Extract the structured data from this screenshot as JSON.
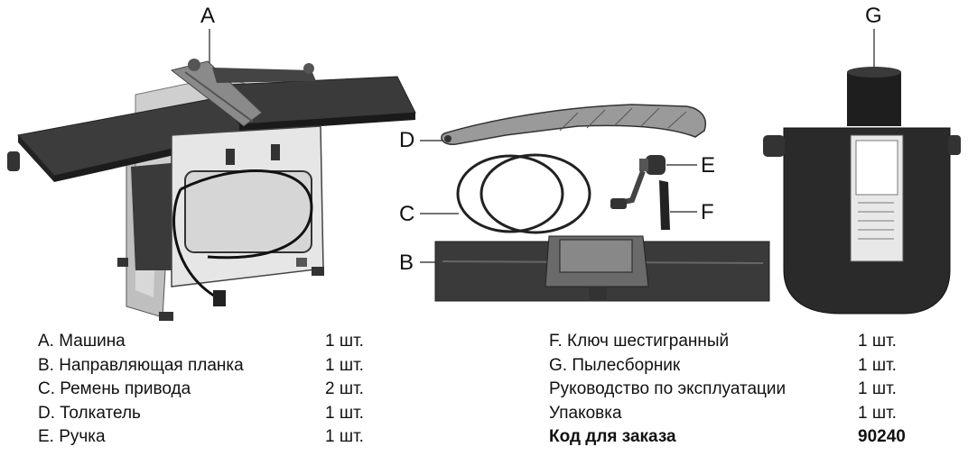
{
  "callouts": {
    "a": "A",
    "b": "B",
    "c": "C",
    "d": "D",
    "e": "E",
    "f": "F",
    "g": "G"
  },
  "parts_left": [
    {
      "name": "A. Машина",
      "qty": "1 шт."
    },
    {
      "name": "B. Направляющая планка",
      "qty": "1 шт."
    },
    {
      "name": "C. Ремень привода",
      "qty": "2 шт."
    },
    {
      "name": "D. Толкатель",
      "qty": "1 шт."
    },
    {
      "name": "E. Ручка",
      "qty": "1 шт."
    }
  ],
  "parts_right": [
    {
      "name": "F. Ключ шестигранный",
      "qty": "1 шт."
    },
    {
      "name": "G. Пылесборник",
      "qty": "1 шт."
    },
    {
      "name": "Руководство по эксплуатации",
      "qty": "1 шт."
    },
    {
      "name": "Упаковка",
      "qty": "1 шт."
    }
  ],
  "order_code": {
    "label": "Код для заказа",
    "value": "90240"
  }
}
